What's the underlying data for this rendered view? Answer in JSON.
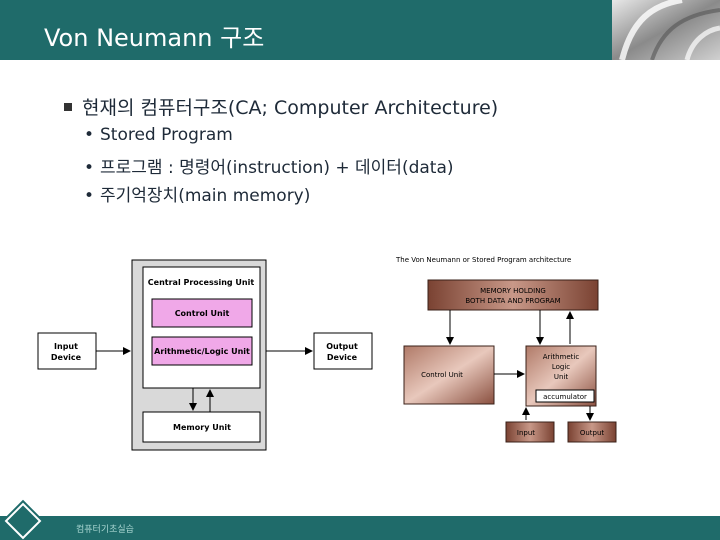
{
  "slide": {
    "title": "Von Neumann 구조",
    "main_bullet": "현재의 컴퓨터구조(CA; Computer Architecture)",
    "sub_bullets": [
      "Stored Program",
      "프로그램 : 명령어(instruction) + 데이터(data)",
      "주기억장치(main memory)"
    ],
    "footer": "컴퓨터기초실습"
  },
  "diagram_left": {
    "cpu_label": "Central Processing Unit",
    "control_unit": "Control Unit",
    "alu": "Arithmetic/Logic Unit",
    "memory_unit": "Memory Unit",
    "input_device_line1": "Input",
    "input_device_line2": "Device",
    "output_device_line1": "Output",
    "output_device_line2": "Device"
  },
  "diagram_right": {
    "title": "The Von Neumann or Stored Program architecture",
    "memory_line1": "MEMORY HOLDING",
    "memory_line2": "BOTH DATA AND PROGRAM",
    "control_unit": "Control Unit",
    "arith_line1": "Arithmetic",
    "arith_line2": "Logic",
    "arith_line3": "Unit",
    "accumulator": "accumulator",
    "input": "Input",
    "output": "Output"
  },
  "colors": {
    "title_bar": "#1f6b6a",
    "pink_box": "#f0a8e8",
    "brown_box": "#8a5040"
  }
}
